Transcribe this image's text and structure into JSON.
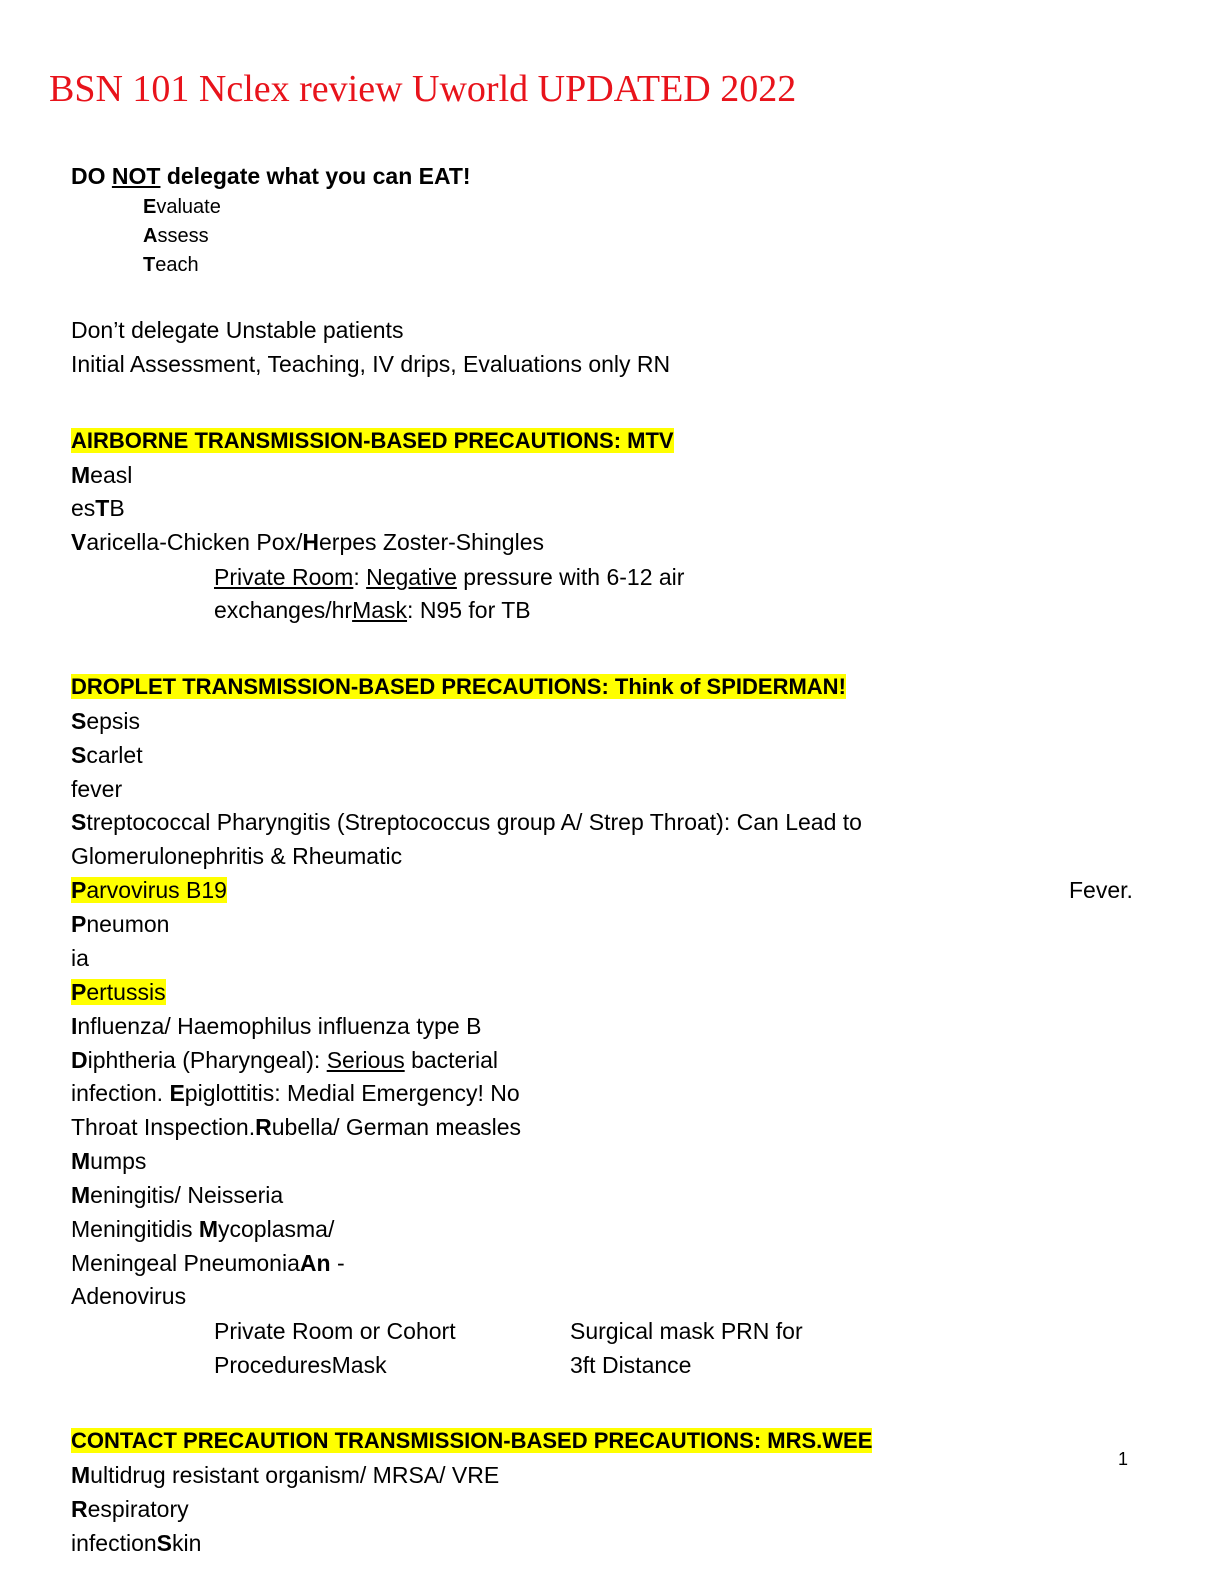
{
  "title": "BSN 101 Nclex review Uworld UPDATED 2022",
  "delegate": {
    "heading_pre": "DO ",
    "heading_not": "NOT",
    "heading_post": " delegate what you can EAT!",
    "eat": [
      {
        "letter": "E",
        "rest": "valuate"
      },
      {
        "letter": "A",
        "rest": "ssess"
      },
      {
        "letter": "T",
        "rest": "each"
      }
    ],
    "line1": "Don’t delegate Unstable patients",
    "line2": "Initial Assessment, Teaching, IV drips, Evaluations only RN"
  },
  "airborne": {
    "heading": "AIRBORNE TRANSMISSION-BASED PRECAUTIONS: MTV",
    "l1_b": "M",
    "l1_r": "easl",
    "l2_a": "es",
    "l2_b": "T",
    "l2_c": "B",
    "l3_b1": "V",
    "l3_r1": "aricella-Chicken Pox/",
    "l3_b2": "H",
    "l3_r2": "erpes Zoster-Shingles",
    "room_u1": "Private Room",
    "room_c": ": ",
    "room_u2": "Negative",
    "room_r": " pressure with 6-12 air",
    "mask_a": "exchanges/hr",
    "mask_u": "Mask",
    "mask_r": ": N95 for TB"
  },
  "droplet": {
    "heading": "DROPLET TRANSMISSION-BASED PRECAUTIONS: Think of SPIDERMAN!",
    "sepsis_b": "S",
    "sepsis_r": "epsis",
    "scarlet_b": "S",
    "scarlet_r": "carlet",
    "fever": "fever",
    "strep_b": "S",
    "strep_r": "treptococcal Pharyngitis (Streptococcus group A/ Strep Throat): Can Lead to",
    "glom": "Glomerulonephritis & Rheumatic",
    "parvo_b": "P",
    "parvo_r": "arvovirus B19",
    "fever_right": "Fever.",
    "pneu_b": "P",
    "pneu_r": "neumon",
    "pneu2": "ia",
    "pert_b": "P",
    "pert_r": "ertussis",
    "influ_b": "I",
    "influ_r": "nfluenza/ Haemophilus influenza type B",
    "diph_b": "D",
    "diph_r1": "iphtheria (Pharyngeal): ",
    "diph_u": "Serious",
    "diph_r2": " bacterial",
    "inf_a": "infection. ",
    "inf_b": "E",
    "inf_r": "piglottitis: Medial Emergency! No",
    "thr_a": "Throat Inspection.",
    "thr_b": "R",
    "thr_r": "ubella/ German measles",
    "mumps_b": "M",
    "mumps_r": "umps",
    "men_b": "M",
    "men_r": "eningitis/ Neisseria",
    "men2_a": "Meningitidis ",
    "men2_b": "M",
    "men2_r": "ycoplasma/",
    "men3_a": "Meningeal Pneumonia",
    "men3_b": "An",
    "men3_r": " -",
    "adeno": "Adenovirus",
    "room1": "Private Room or Cohort",
    "room2": "ProceduresMask",
    "mask1": "Surgical mask PRN for",
    "mask2": "3ft Distance"
  },
  "contact": {
    "heading": "CONTACT PRECAUTION TRANSMISSION-BASED PRECAUTIONS: MRS.WEE",
    "l1_b": "M",
    "l1_r": "ultidrug resistant organism/ MRSA/ VRE",
    "l2_b": "R",
    "l2_r": "espiratory",
    "l3_a": "infection",
    "l3_b": "S",
    "l3_r": "kin"
  },
  "page_number": "1"
}
